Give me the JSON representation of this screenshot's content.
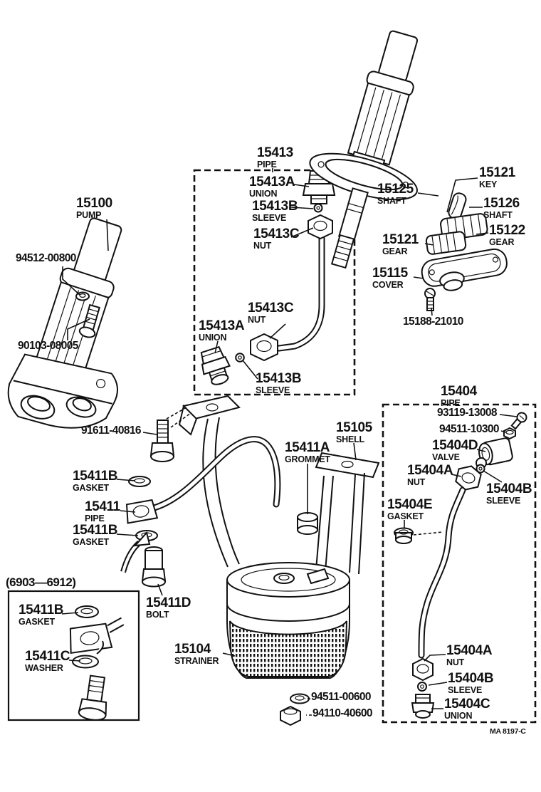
{
  "figure": {
    "footer_code": "MA 8197-C",
    "production_range": "(6903—6912)"
  },
  "callouts": {
    "c15100": {
      "number": "15100",
      "name": "PUMP"
    },
    "c94512_00800": {
      "number": "94512-00800"
    },
    "c90103_08005": {
      "number": "90103-08005"
    },
    "c15413": {
      "number": "15413",
      "name": "PIPE"
    },
    "c15413A": {
      "number": "15413A",
      "name": "UNION"
    },
    "c15413B": {
      "number": "15413B",
      "name": "SLEEVE"
    },
    "c15413C": {
      "number": "15413C",
      "name": "NUT"
    },
    "c15125": {
      "number": "15125",
      "name": "SHAFT"
    },
    "c15121_key": {
      "number": "15121",
      "name": "KEY"
    },
    "c15126": {
      "number": "15126",
      "name": "SHAFT"
    },
    "c15121_gear": {
      "number": "15121",
      "name": "GEAR"
    },
    "c15122": {
      "number": "15122",
      "name": "GEAR"
    },
    "c15115": {
      "number": "15115",
      "name": "COVER"
    },
    "c15188_21010": {
      "number": "15188-21010"
    },
    "c15404": {
      "number": "15404",
      "name": "PIPE"
    },
    "c93119_13008": {
      "number": "93119-13008"
    },
    "c94511_10300": {
      "number": "94511-10300"
    },
    "c15404D": {
      "number": "15404D",
      "name": "VALVE"
    },
    "c15404A": {
      "number": "15404A",
      "name": "NUT"
    },
    "c15404B": {
      "number": "15404B",
      "name": "SLEEVE"
    },
    "c15404C": {
      "number": "15404C",
      "name": "UNION"
    },
    "c15404E": {
      "number": "15404E",
      "name": "GASKET"
    },
    "c91611_40816": {
      "number": "91611-40816"
    },
    "c15411": {
      "number": "15411",
      "name": "PIPE"
    },
    "c15411A": {
      "number": "15411A",
      "name": "GROMMET"
    },
    "c15411B": {
      "number": "15411B",
      "name": "GASKET"
    },
    "c15411C": {
      "number": "15411C",
      "name": "WASHER"
    },
    "c15411D": {
      "number": "15411D",
      "name": "BOLT"
    },
    "c15105": {
      "number": "15105",
      "name": "SHELL"
    },
    "c15104": {
      "number": "15104",
      "name": "STRAINER"
    },
    "c94511_00600": {
      "number": "94511-00600"
    },
    "c94110_40600": {
      "number": "94110-40600"
    }
  }
}
